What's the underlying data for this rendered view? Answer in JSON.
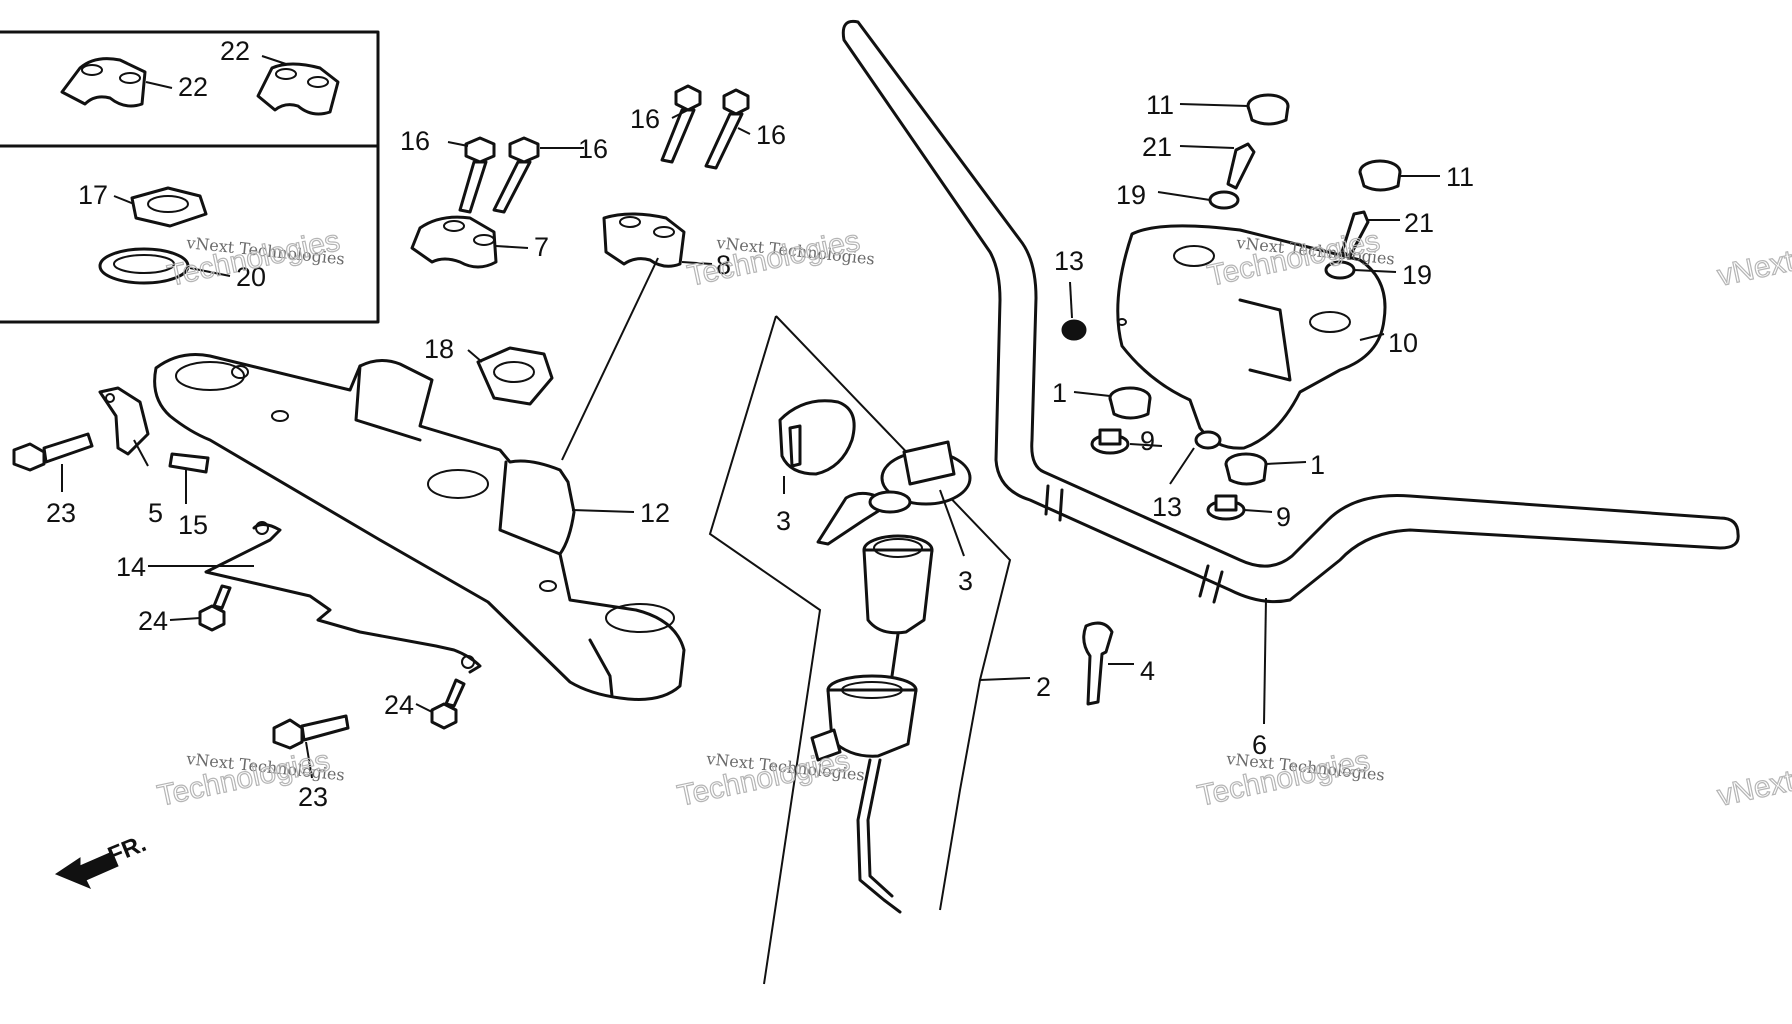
{
  "callouts": {
    "c1a": "1",
    "c1b": "1",
    "c2": "2",
    "c3a": "3",
    "c3b": "3",
    "c4": "4",
    "c5": "5",
    "c6": "6",
    "c7": "7",
    "c8": "8",
    "c9a": "9",
    "c9b": "9",
    "c10": "10",
    "c11a": "11",
    "c11b": "11",
    "c12": "12",
    "c13a": "13",
    "c13b": "13",
    "c14": "14",
    "c15": "15",
    "c16a": "16",
    "c16b": "16",
    "c16c": "16",
    "c16d": "16",
    "c17": "17",
    "c18": "18",
    "c19a": "19",
    "c19b": "19",
    "c20": "20",
    "c21a": "21",
    "c21b": "21",
    "c22a": "22",
    "c22b": "22",
    "c23a": "23",
    "c23b": "23",
    "c24a": "24",
    "c24b": "24"
  },
  "front_indicator": "FR.",
  "watermark": {
    "line1": "vNext Technologies",
    "line2": "Technologies",
    "line3": "vNext"
  }
}
